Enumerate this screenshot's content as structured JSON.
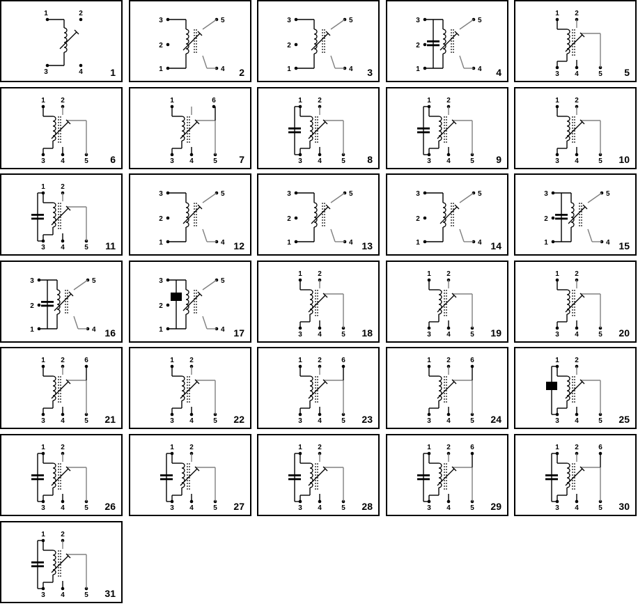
{
  "diagrams": [
    {
      "number": "1",
      "layout": "a",
      "pins": {
        "p1": "1",
        "p2": "2",
        "p3": "3",
        "p4": "4"
      }
    },
    {
      "number": "2",
      "layout": "c",
      "pins": {
        "p1": "3",
        "p2": "5",
        "p3": "2",
        "p4": "1",
        "p5": "4"
      }
    },
    {
      "number": "3",
      "layout": "c",
      "pins": {
        "p1": "3",
        "p2": "5",
        "p3": "2",
        "p4": "1",
        "p5": "4"
      }
    },
    {
      "number": "4",
      "layout": "c",
      "cap": true,
      "pins": {
        "p1": "3",
        "p2": "5",
        "p3": "2",
        "p4": "1",
        "p5": "4"
      }
    },
    {
      "number": "5",
      "layout": "b",
      "pins": {
        "p1": "1",
        "p2": "2",
        "p3": "3",
        "p4": "4",
        "p5": "5"
      }
    },
    {
      "number": "6",
      "layout": "b",
      "pins": {
        "p1": "1",
        "p2": "2",
        "p3": "3",
        "p4": "4",
        "p5": "5"
      }
    },
    {
      "number": "7",
      "layout": "b6",
      "pins": {
        "p1": "1",
        "p2": "6",
        "p3": "3",
        "p4": "4",
        "p5": "5"
      }
    },
    {
      "number": "8",
      "layout": "b",
      "cap": true,
      "pins": {
        "p1": "1",
        "p2": "2",
        "p3": "3",
        "p4": "4",
        "p5": "5"
      }
    },
    {
      "number": "9",
      "layout": "b",
      "cap": true,
      "pins": {
        "p1": "1",
        "p2": "2",
        "p3": "3",
        "p4": "4",
        "p5": "5"
      }
    },
    {
      "number": "10",
      "layout": "b",
      "pins": {
        "p1": "1",
        "p2": "2",
        "p3": "3",
        "p4": "4",
        "p5": "5"
      }
    },
    {
      "number": "11",
      "layout": "b",
      "cap": true,
      "pins": {
        "p1": "1",
        "p2": "2",
        "p3": "3",
        "p4": "4",
        "p5": "5"
      }
    },
    {
      "number": "12",
      "layout": "c",
      "pins": {
        "p1": "3",
        "p2": "5",
        "p3": "2",
        "p4": "1",
        "p5": "4"
      }
    },
    {
      "number": "13",
      "layout": "c",
      "pins": {
        "p1": "3",
        "p2": "5",
        "p3": "2",
        "p4": "1",
        "p5": "4"
      }
    },
    {
      "number": "14",
      "layout": "c",
      "pins": {
        "p1": "3",
        "p2": "5",
        "p3": "2",
        "p4": "1",
        "p5": "4"
      }
    },
    {
      "number": "15",
      "layout": "c",
      "cap": true,
      "pins": {
        "p1": "3",
        "p2": "5",
        "p3": "2",
        "p4": "1",
        "p5": "4"
      }
    },
    {
      "number": "16",
      "layout": "c",
      "cap": true,
      "pins": {
        "p1": "3",
        "p2": "5",
        "p3": "2",
        "p4": "1",
        "p5": "4"
      }
    },
    {
      "number": "17",
      "layout": "c",
      "block": true,
      "pins": {
        "p1": "3",
        "p2": "5",
        "p3": "2",
        "p4": "1",
        "p5": "4"
      }
    },
    {
      "number": "18",
      "layout": "b",
      "pins": {
        "p1": "1",
        "p2": "2",
        "p3": "3",
        "p4": "4",
        "p5": "5"
      }
    },
    {
      "number": "19",
      "layout": "b",
      "pins": {
        "p1": "1",
        "p2": "2",
        "p3": "3",
        "p4": "4",
        "p5": "5"
      }
    },
    {
      "number": "20",
      "layout": "b",
      "pins": {
        "p1": "1",
        "p2": "2",
        "p3": "3",
        "p4": "4",
        "p5": "5"
      }
    },
    {
      "number": "21",
      "layout": "b6x",
      "pins": {
        "p1": "1",
        "p2": "2",
        "p6": "6",
        "p3": "3",
        "p4": "4",
        "p5": "5"
      }
    },
    {
      "number": "22",
      "layout": "b",
      "pins": {
        "p1": "1",
        "p2": "2",
        "p3": "3",
        "p4": "4",
        "p5": "5"
      }
    },
    {
      "number": "23",
      "layout": "b6x",
      "pins": {
        "p1": "1",
        "p2": "2",
        "p6": "6",
        "p3": "3",
        "p4": "4",
        "p5": "5"
      }
    },
    {
      "number": "24",
      "layout": "b6x",
      "pins": {
        "p1": "1",
        "p2": "2",
        "p6": "6",
        "p3": "3",
        "p4": "4",
        "p5": "5"
      }
    },
    {
      "number": "25",
      "layout": "b",
      "block": true,
      "pins": {
        "p1": "1",
        "p2": "2",
        "p3": "3",
        "p4": "4",
        "p5": "5"
      }
    },
    {
      "number": "26",
      "layout": "b",
      "cap": true,
      "pins": {
        "p1": "1",
        "p2": "2",
        "p3": "3",
        "p4": "4",
        "p5": "5"
      }
    },
    {
      "number": "27",
      "layout": "b",
      "cap": true,
      "pins": {
        "p1": "1",
        "p2": "2",
        "p3": "3",
        "p4": "4",
        "p5": "5"
      }
    },
    {
      "number": "28",
      "layout": "b",
      "cap": true,
      "pins": {
        "p1": "1",
        "p2": "2",
        "p3": "3",
        "p4": "4",
        "p5": "5"
      }
    },
    {
      "number": "29",
      "layout": "b6x",
      "cap": true,
      "pins": {
        "p1": "1",
        "p2": "2",
        "p6": "6",
        "p3": "3",
        "p4": "4",
        "p5": "5"
      }
    },
    {
      "number": "30",
      "layout": "b6x",
      "cap": true,
      "pins": {
        "p1": "1",
        "p2": "2",
        "p6": "6",
        "p3": "3",
        "p4": "4",
        "p5": "5"
      }
    },
    {
      "number": "31",
      "layout": "b",
      "cap": true,
      "pins": {
        "p1": "1",
        "p2": "2",
        "p3": "3",
        "p4": "4",
        "p5": "5"
      }
    }
  ],
  "colors": {
    "line": "#000000",
    "secondary": "#808080",
    "cap": "#000000"
  }
}
